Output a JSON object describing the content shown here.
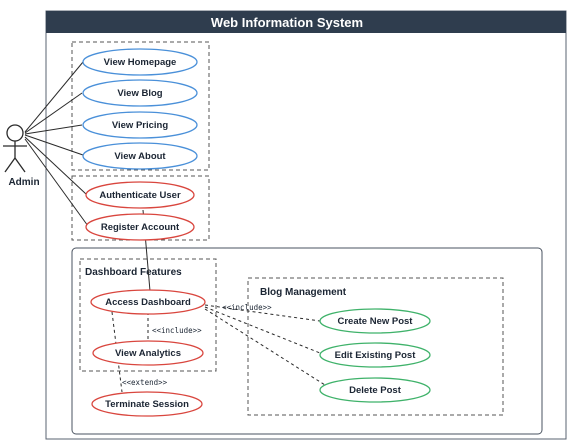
{
  "system": {
    "title": "Web Information System"
  },
  "actor": {
    "name": "Admin"
  },
  "colors": {
    "header": "#2f3d4e",
    "public_use_case": "#4a90d9",
    "auth_use_case": "#d9463e",
    "management_use_case": "#3fb26a",
    "line": "#2a2a2a"
  },
  "public_use_cases": [
    "View Homepage",
    "View Blog",
    "View Pricing",
    "View About"
  ],
  "auth_use_cases": [
    "Authenticate User",
    "Register Account"
  ],
  "dashboard": {
    "title": "Dashboard Features",
    "use_cases": [
      "Access Dashboard",
      "View Analytics"
    ],
    "extension": "Terminate Session"
  },
  "blog_management": {
    "title": "Blog Management",
    "use_cases": [
      "Create New Post",
      "Edit Existing Post",
      "Delete Post"
    ]
  },
  "relations": {
    "include": "<<include>>",
    "extend": "<<extend>>"
  }
}
